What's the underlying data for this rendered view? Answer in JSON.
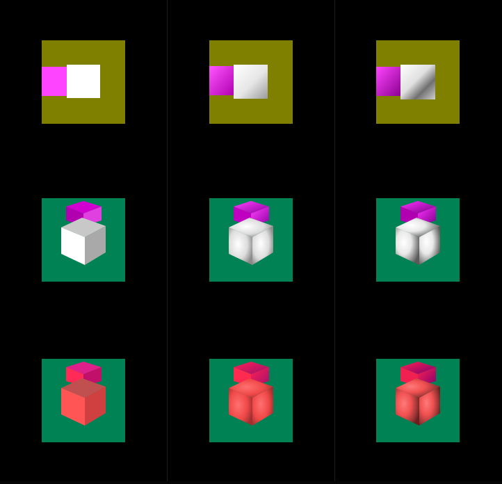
{
  "scene": {
    "background": "#000000",
    "columns": 3,
    "rows": 3,
    "row_backgrounds": [
      "#808000",
      "#008255",
      "#008255"
    ],
    "shading_columns": [
      "flat",
      "smooth",
      "per-pixel"
    ]
  },
  "colors": {
    "olive": "#808000",
    "green": "#008255",
    "magenta": "#ff33ff",
    "white": "#ffffff",
    "red": "#ff5555",
    "crimson": "#e0205a"
  }
}
